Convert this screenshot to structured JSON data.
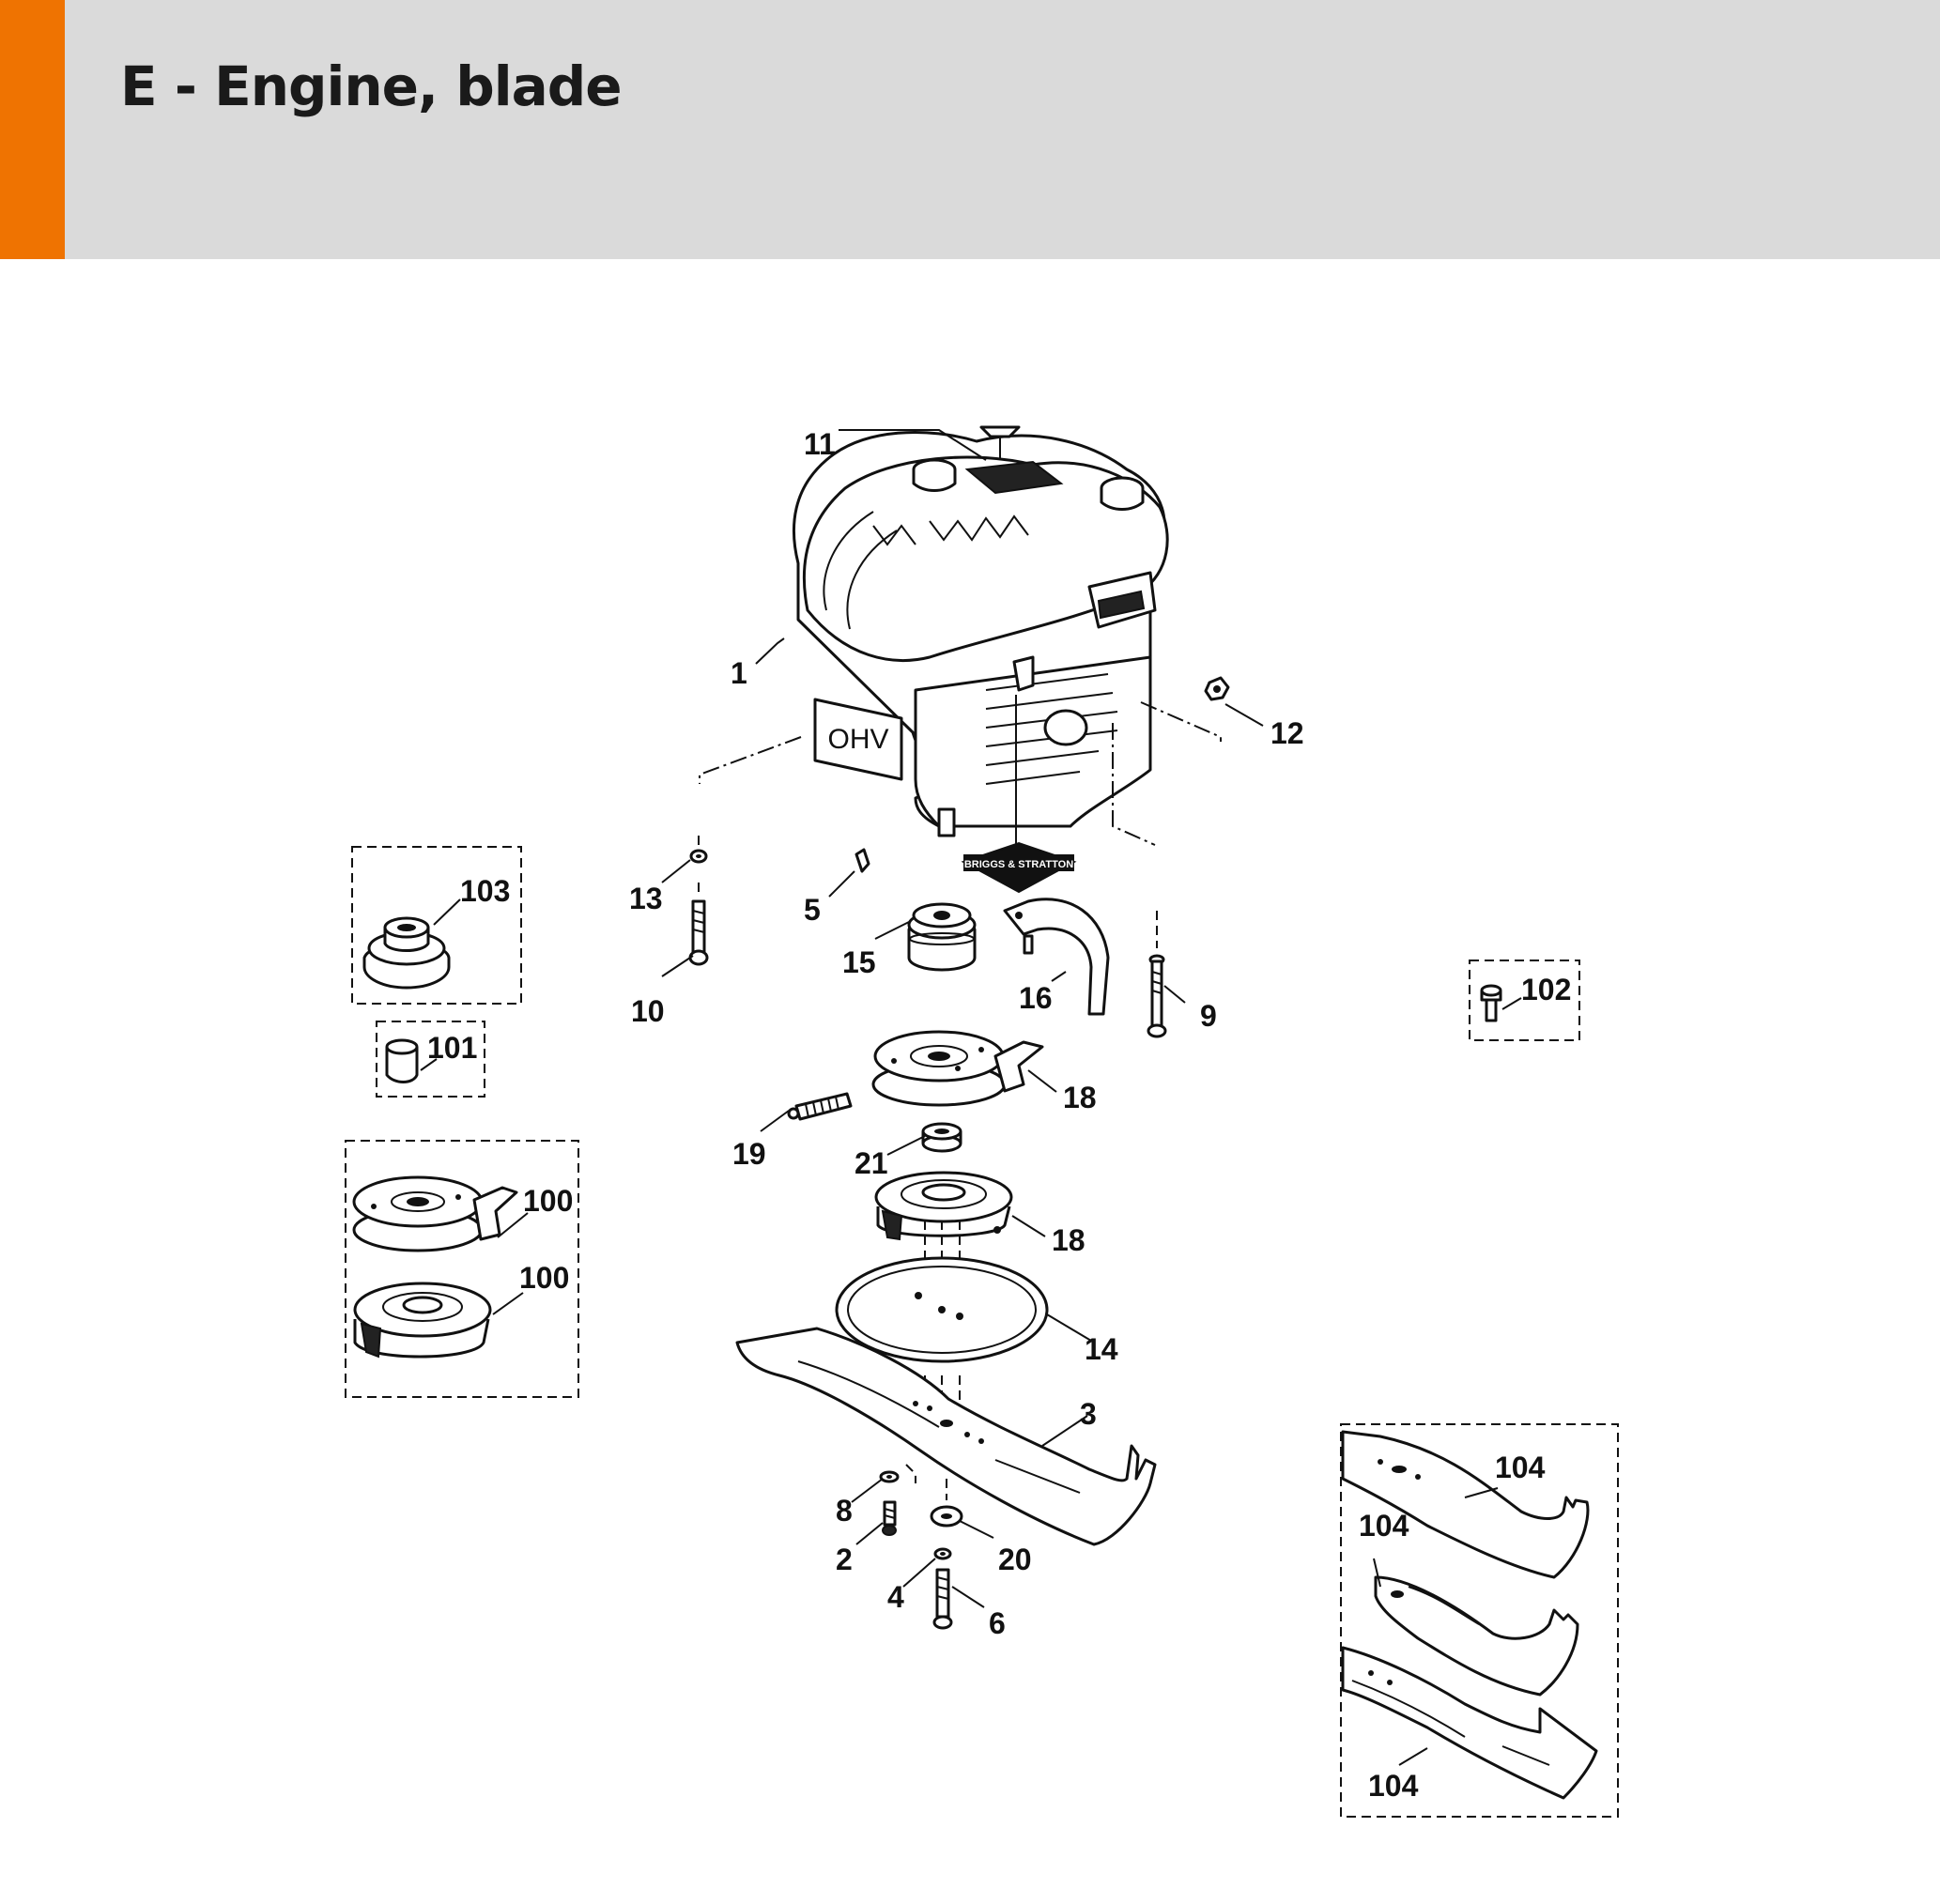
{
  "header": {
    "title": "E - Engine, blade",
    "accent_color": "#ef7301",
    "background_color": "#dadada"
  },
  "callouts": {
    "c1": "1",
    "c2": "2",
    "c3": "3",
    "c4": "4",
    "c5": "5",
    "c6": "6",
    "c8": "8",
    "c9": "9",
    "c10": "10",
    "c11": "11",
    "c12": "12",
    "c13": "13",
    "c14": "14",
    "c15": "15",
    "c16": "16",
    "c18a": "18",
    "c18b": "18",
    "c19": "19",
    "c20": "20",
    "c21": "21",
    "c100a": "100",
    "c100b": "100",
    "c101": "101",
    "c102": "102",
    "c103": "103",
    "c104a": "104",
    "c104b": "104",
    "c104c": "104"
  },
  "engine_labels": {
    "ohv": "OHV",
    "brand": "BRIGGS & STRATTON"
  }
}
